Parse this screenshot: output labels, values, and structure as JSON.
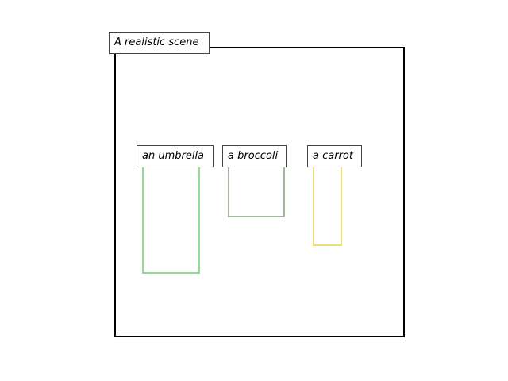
{
  "scene": {
    "title": "A realistic scene"
  },
  "objects": [
    {
      "label": "an umbrella",
      "color": "#90dc90"
    },
    {
      "label": "a broccoli",
      "color": "#a3b89c"
    },
    {
      "label": "a carrot",
      "color": "#ede07c"
    }
  ]
}
